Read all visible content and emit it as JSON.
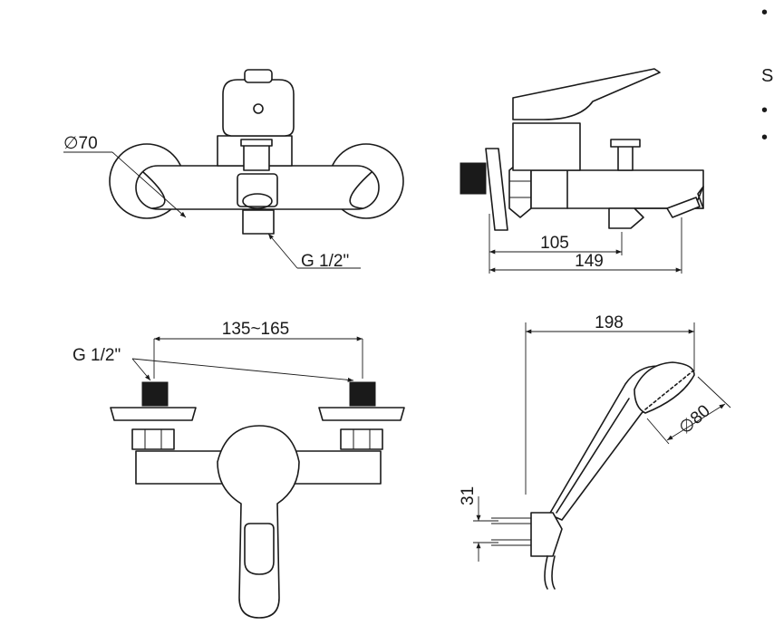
{
  "dimensions": {
    "dia70": "∅70",
    "g_half_front": "G 1/2\"",
    "len105": "105",
    "len149": "149",
    "len135_165": "135~165",
    "g_half_top": "G 1/2\"",
    "len198": "198",
    "dia80": "∅80",
    "h31": "31"
  },
  "edge_marks": {
    "top_bullet": "•",
    "s_letter": "S",
    "bullet_2": "•",
    "bullet_3": "•"
  }
}
